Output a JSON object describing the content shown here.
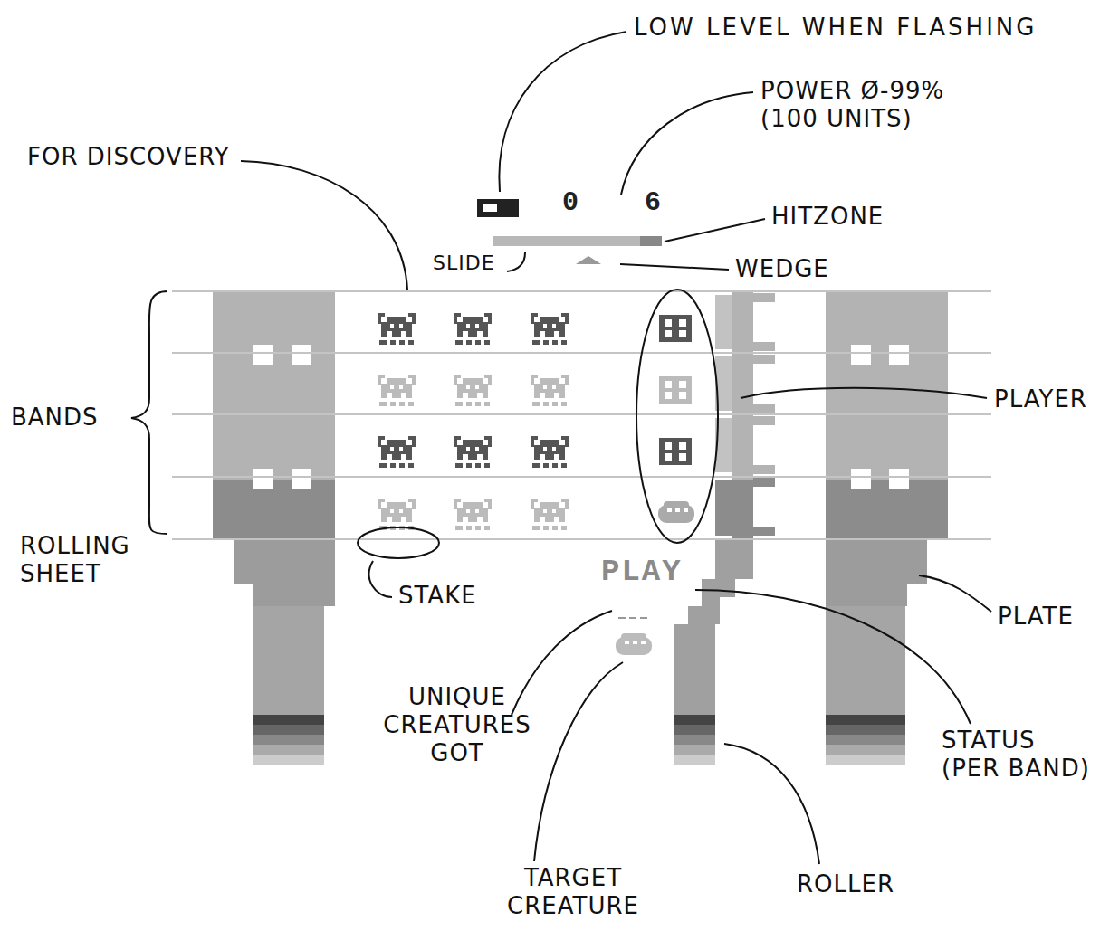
{
  "diagram": {
    "labels": [
      "LOW LEVEL WHEN FLASHING",
      "POWER Ø-99% (100 UNITS)",
      "0",
      "6",
      "HITZONE",
      "FOR DISCOVERY",
      "SLIDE",
      "WEDGE",
      "BANDS",
      "PLAYER",
      "ROLLING SHEET",
      "STAKE",
      "PLAY",
      "PLATE",
      "UNIQUE CREATURES GOT",
      "STATUS (PER BAND)",
      "TARGET CREATURE",
      "ROLLER"
    ]
  }
}
